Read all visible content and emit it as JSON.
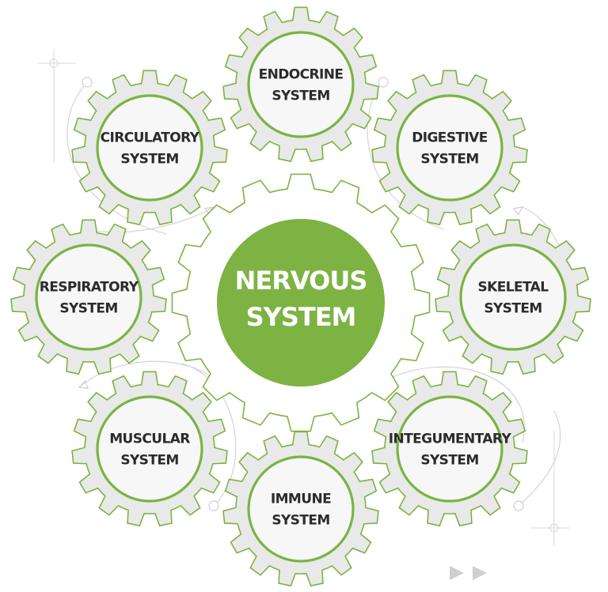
{
  "center": {
    "lines": [
      "NERVOUS",
      "SYSTEM"
    ]
  },
  "systems": [
    {
      "id": "endocrine",
      "lines": [
        "ENDOCRINE",
        "SYSTEM"
      ]
    },
    {
      "id": "digestive",
      "lines": [
        "DIGESTIVE",
        "SYSTEM"
      ]
    },
    {
      "id": "skeletal",
      "lines": [
        "SKELETAL",
        "SYSTEM"
      ]
    },
    {
      "id": "integumentary",
      "lines": [
        "INTEGUMENTARY",
        "SYSTEM"
      ]
    },
    {
      "id": "immune",
      "lines": [
        "IMMUNE",
        "SYSTEM"
      ]
    },
    {
      "id": "muscular",
      "lines": [
        "MUSCULAR",
        "SYSTEM"
      ]
    },
    {
      "id": "respiratory",
      "lines": [
        "RESPIRATORY",
        "SYSTEM"
      ]
    },
    {
      "id": "circulatory",
      "lines": [
        "CIRCULATORY",
        "SYSTEM"
      ]
    }
  ],
  "colors": {
    "green": "#7cb342",
    "gear_fill": "#e9e9e9",
    "gear_inner": "#f7f7f7",
    "text": "#2b2b2b",
    "arc": "#d4d4d4"
  },
  "icons": {
    "corner_markers": "crosshair-icon",
    "navigation": "fast-forward-icon"
  }
}
